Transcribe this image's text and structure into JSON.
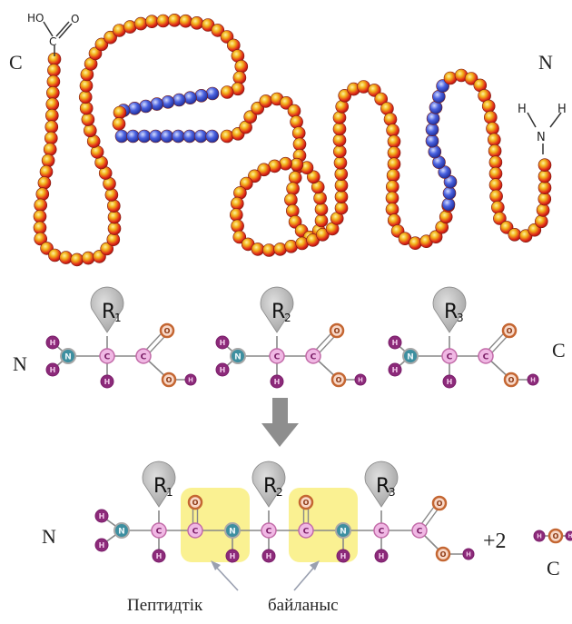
{
  "top": {
    "c_label": "C",
    "n_label": "N",
    "cooh": {
      "ho": "HO",
      "c": "C",
      "o": "O"
    },
    "amine": {
      "h1": "H",
      "h2": "H",
      "n": "N"
    }
  },
  "amino_acids": {
    "r1": {
      "r": "R",
      "sub": "1"
    },
    "r2": {
      "r": "R",
      "sub": "2"
    },
    "r3": {
      "r": "R",
      "sub": "3"
    },
    "n_label": "N",
    "c_label": "C",
    "atoms": {
      "n": "N",
      "c": "C",
      "o": "O",
      "h": "H"
    }
  },
  "peptide": {
    "n_label": "N",
    "c_label": "C",
    "plus_two": "+2"
  },
  "captions": {
    "left": "Пептидтік",
    "right": "байланыс"
  },
  "colors": {
    "chain_red": "#e8281c",
    "chain_yellow": "#f4c21a",
    "chain_blue": "#2e44c8",
    "atom_pink": "#d684c8",
    "atom_purple": "#8c2a7a",
    "atom_teal": "#3d8fa0",
    "atom_orange": "#c86a34",
    "highlight": "#f8ec6e",
    "r_gray": "#b0b0b0"
  }
}
